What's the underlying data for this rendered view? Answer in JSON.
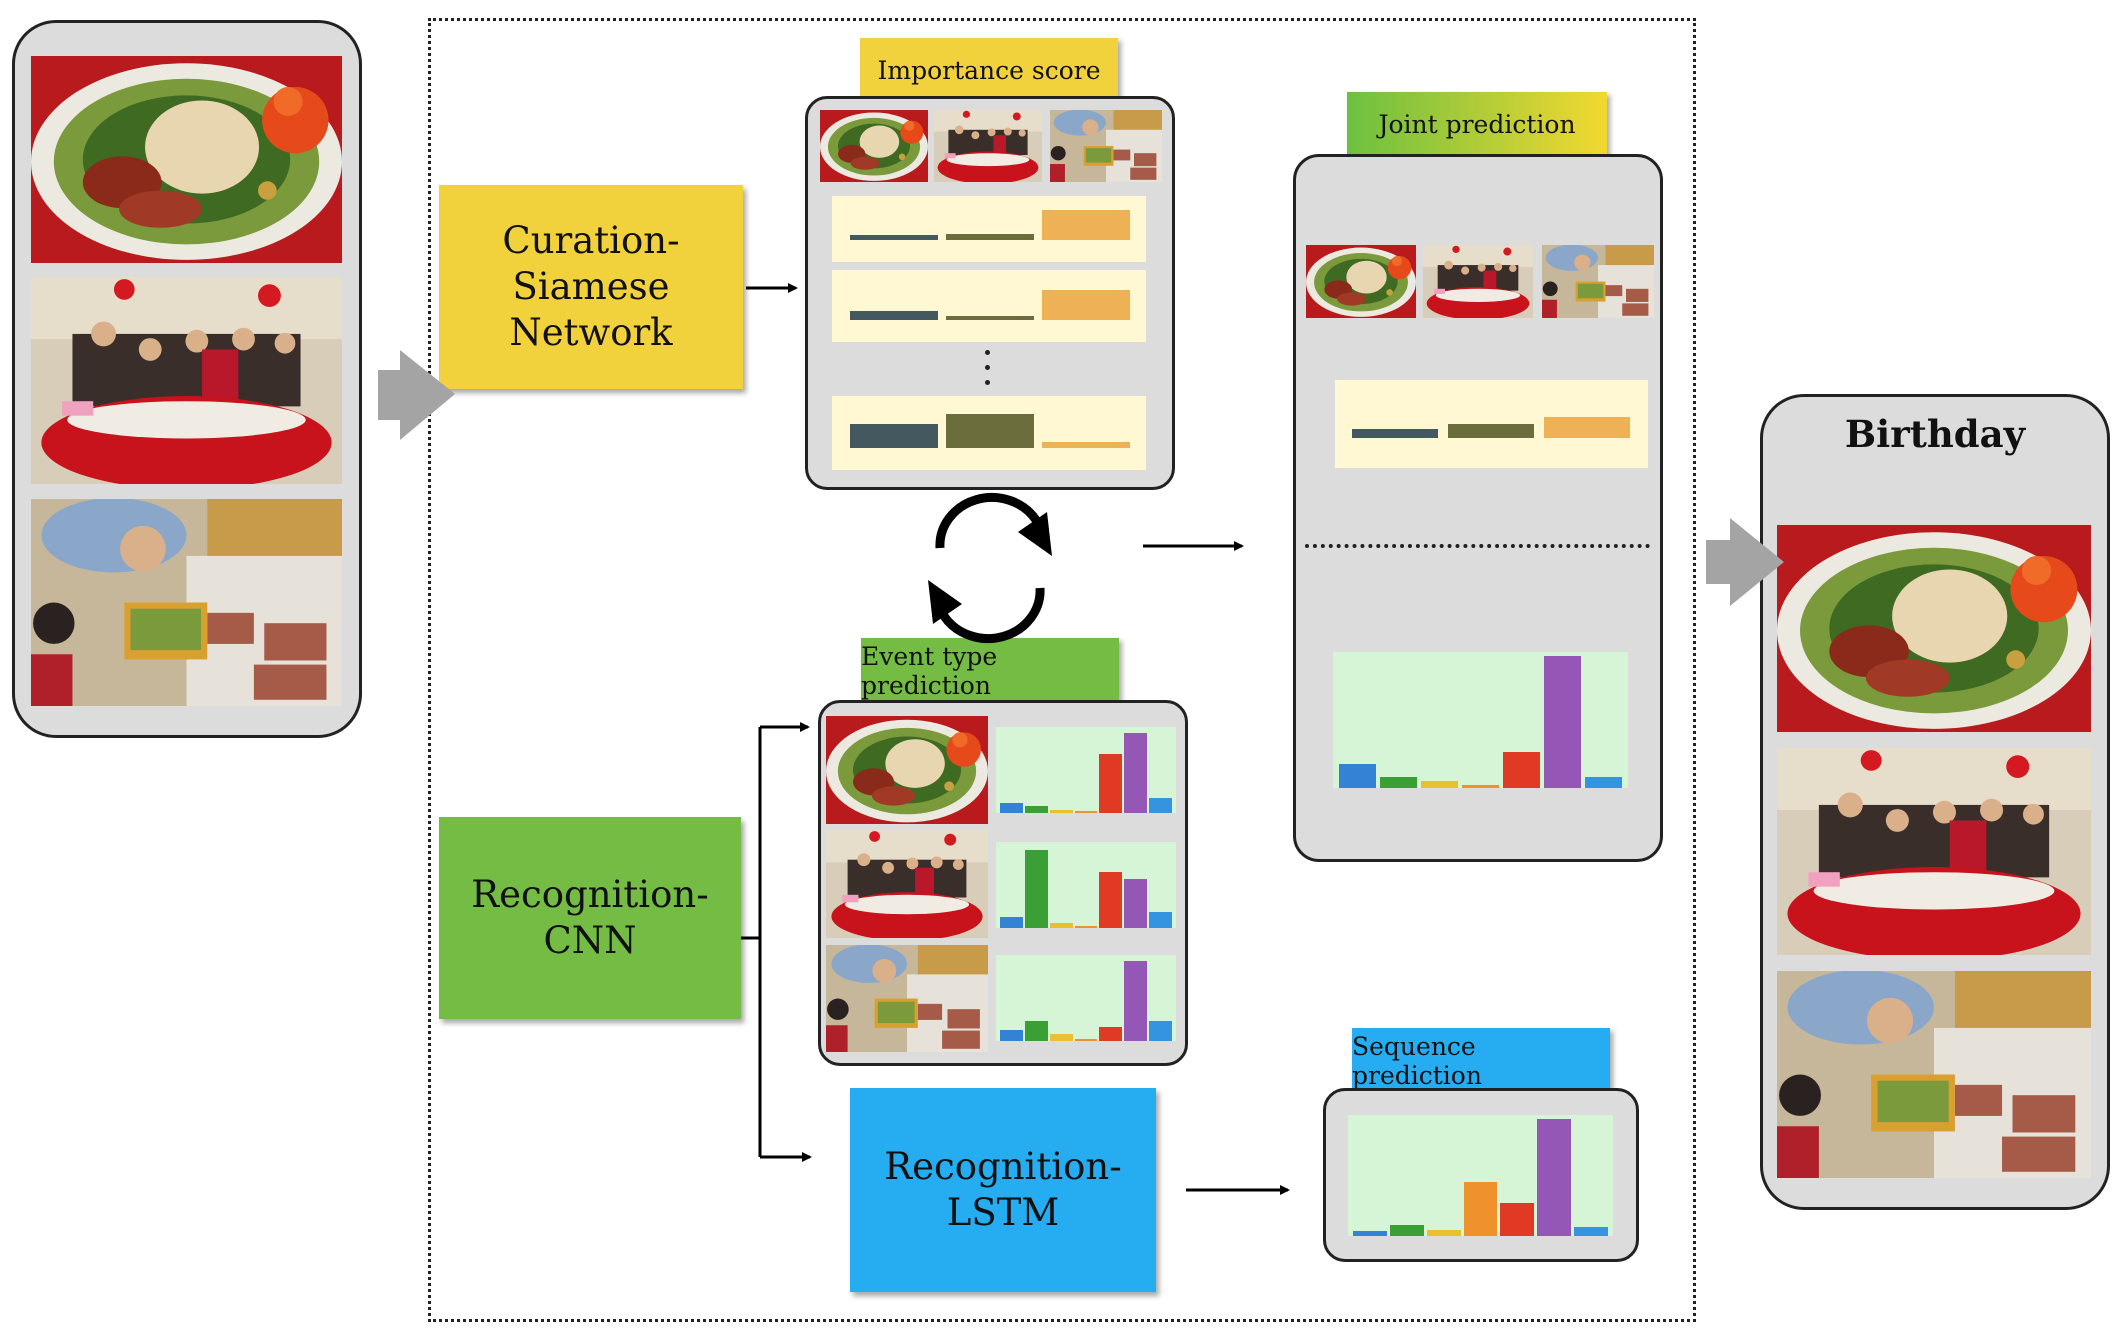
{
  "labels": {
    "curation": "Curation- Siamese Network",
    "curation_line1": "Curation-",
    "curation_line2": "Siamese Network",
    "recognition_cnn": "Recognition-CNN",
    "recognition_lstm": "Recognition-LSTM",
    "importance_score": "Importance score",
    "event_type_prediction": "Event type prediction",
    "joint_prediction": "Joint prediction",
    "sequence_prediction": "Sequence prediction",
    "result": "Birthday"
  },
  "photos": [
    "banquet-dish-photo",
    "family-dinner-photo",
    "cake-candles-photo"
  ],
  "colors": {
    "curation": "#f2d23c",
    "recognition_cnn": "#74bc44",
    "recognition_lstm": "#26acf0",
    "joint_gradient_start": "#6cc040",
    "joint_gradient_end": "#f2d830",
    "importance_band": "#fff8d2",
    "chart_background": "#d6f5d6",
    "score_dark": "#43585f",
    "score_olive": "#6b6e3c",
    "score_orange": "#eeb155",
    "bar_blue": "#3382d6",
    "bar_green": "#3aa036",
    "bar_yellow": "#e8c030",
    "bar_orange": "#f0922c",
    "bar_red": "#e03a24",
    "bar_purple": "#9457b5",
    "bar_lightblue": "#3494e0"
  },
  "importance_scores": {
    "columns": [
      "banquet-dish-photo",
      "family-dinner-photo",
      "cake-candles-photo"
    ],
    "rows": [
      [
        0.1,
        0.12,
        0.62
      ],
      [
        0.18,
        0.05,
        0.62
      ],
      [
        0.5,
        0.7,
        0.12
      ]
    ]
  },
  "joint_scores": [
    0.3,
    0.45,
    0.7
  ],
  "chart_data": [
    {
      "type": "bar",
      "title": "",
      "categories": [
        "c1",
        "c2",
        "c3",
        "c4",
        "c5",
        "c6",
        "c7"
      ],
      "values": [
        0.12,
        0.08,
        0.04,
        0.0,
        0.72,
        0.98,
        0.18
      ]
    },
    {
      "type": "bar",
      "title": "",
      "categories": [
        "c1",
        "c2",
        "c3",
        "c4",
        "c5",
        "c6",
        "c7"
      ],
      "values": [
        0.14,
        0.95,
        0.06,
        0.0,
        0.68,
        0.6,
        0.2
      ]
    },
    {
      "type": "bar",
      "title": "",
      "categories": [
        "c1",
        "c2",
        "c3",
        "c4",
        "c5",
        "c6",
        "c7"
      ],
      "values": [
        0.14,
        0.24,
        0.08,
        0.0,
        0.17,
        0.98,
        0.24
      ]
    },
    {
      "type": "bar",
      "title": "",
      "categories": [
        "c1",
        "c2",
        "c3",
        "c4",
        "c5",
        "c6",
        "c7"
      ],
      "values": [
        0.18,
        0.08,
        0.05,
        0.02,
        0.27,
        1.0,
        0.08
      ]
    },
    {
      "type": "bar",
      "title": "",
      "categories": [
        "c1",
        "c2",
        "c3",
        "c4",
        "c5",
        "c6",
        "c7"
      ],
      "values": [
        0.04,
        0.09,
        0.05,
        0.46,
        0.28,
        1.0,
        0.08
      ]
    }
  ]
}
